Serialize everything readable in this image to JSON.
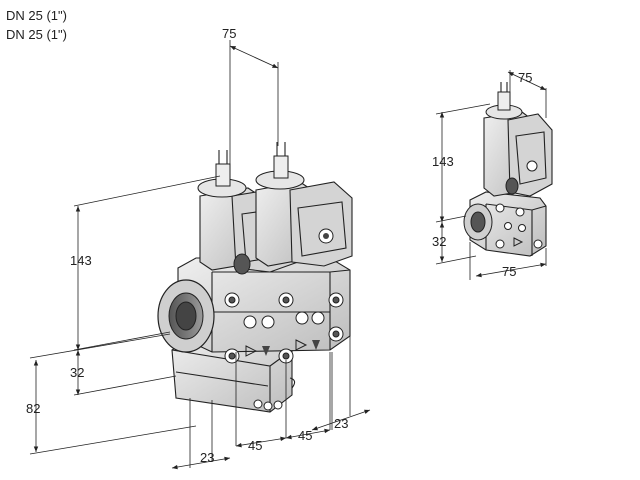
{
  "header": {
    "line1": "DN 25 (1\")",
    "line2": "DN 25 (1\")"
  },
  "dimensions": {
    "left": {
      "width_top": "75",
      "height_main": "143",
      "offset_inlet": "32",
      "height_lower": "82",
      "depth_right": "23",
      "depth_bottom": "23",
      "spacing_a": "45",
      "spacing_b": "45"
    },
    "right": {
      "width_top": "75",
      "height_main": "143",
      "offset_inlet": "32",
      "width_bottom": "75"
    }
  },
  "colors": {
    "line": "#222222",
    "body_light": "#d9d9d9",
    "body_dark": "#9a9a9a"
  }
}
